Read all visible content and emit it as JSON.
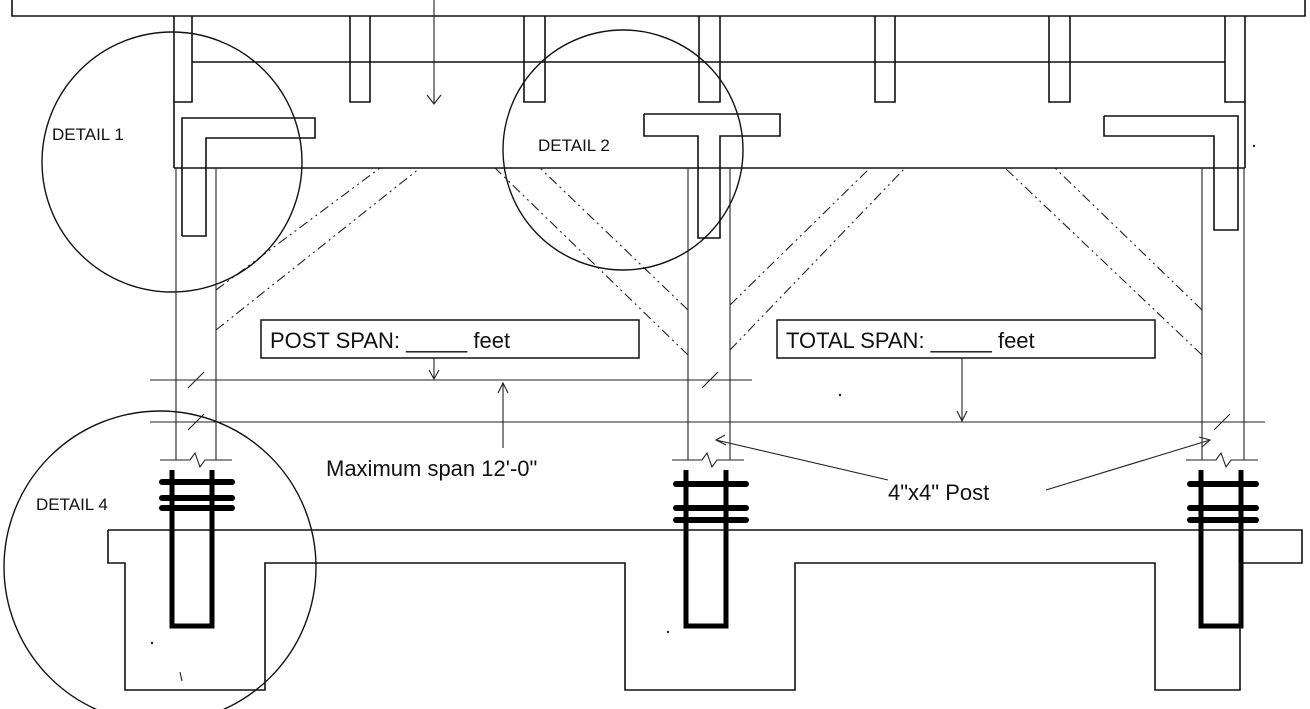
{
  "details": {
    "detail1": "DETAIL 1",
    "detail2": "DETAIL 2",
    "detail4": "DETAIL 4"
  },
  "labels": {
    "post_span": "POST SPAN: _____ feet",
    "total_span": "TOTAL SPAN: _____ feet",
    "max_span": "Maximum span 12'-0\"",
    "post": "4\"x4\" Post"
  }
}
